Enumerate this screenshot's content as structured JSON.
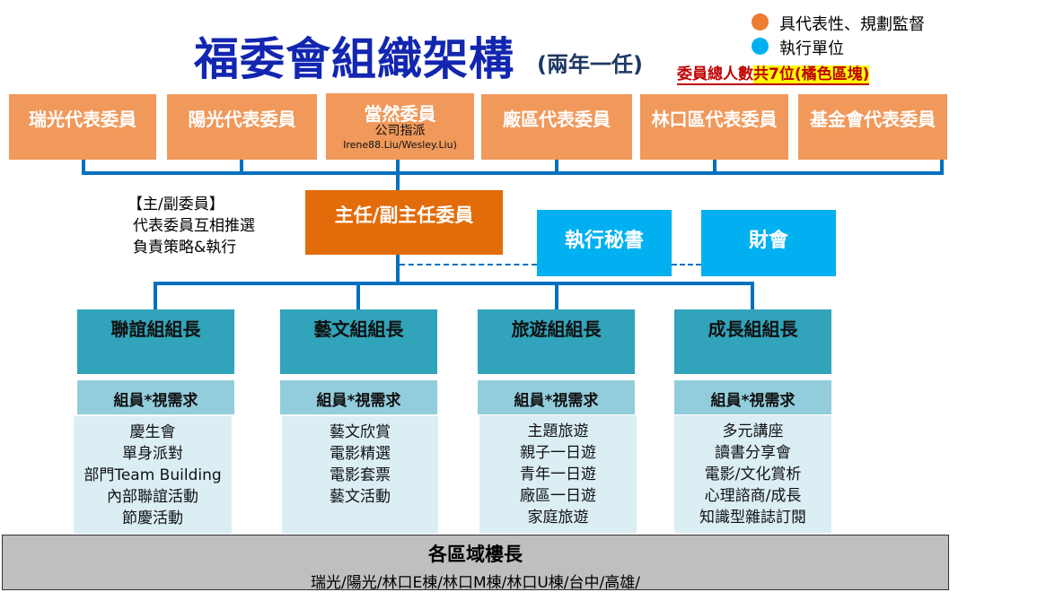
{
  "title": "福委會組織架構",
  "term": "(兩年一任)",
  "legend": [
    {
      "label": "具代表性、規劃監督",
      "color": "#ed7d31"
    },
    {
      "label": "執行單位",
      "color": "#00b0f0"
    }
  ],
  "total_note_a": "委員總人數",
  "total_note_b": "共7位(橘色區塊)",
  "top_members": [
    "瑞光代表委員",
    "陽光代表委員",
    "當然委員",
    "廠區代表委員",
    "林口區代表委員",
    "基金會代表委員"
  ],
  "ex_officio_sub1": "公司指派",
  "ex_officio_sub2": "Irene88.Liu/Wesley.Liu)",
  "director_note": [
    "【主/副委員】",
    "代表委員互相推選",
    "負責策略&執行"
  ],
  "director": "主任/副主任委員",
  "secretary": "執行秘書",
  "accounting": "財會",
  "groups": [
    {
      "name": "聯誼組組長",
      "sub": "組員*視需求",
      "items": [
        "慶生會",
        "單身派對",
        "部門Team Building",
        "內部聯誼活動",
        "節慶活動"
      ]
    },
    {
      "name": "藝文組組長",
      "sub": "組員*視需求",
      "items": [
        "藝文欣賞",
        "電影精選",
        "電影套票",
        "藝文活動"
      ]
    },
    {
      "name": "旅遊組組長",
      "sub": "組員*視需求",
      "items": [
        "主題旅遊",
        "親子一日遊",
        "青年一日遊",
        "廠區一日遊",
        "家庭旅遊"
      ]
    },
    {
      "name": "成長組組長",
      "sub": "組員*視需求",
      "items": [
        "多元講座",
        "讀書分享會",
        "電影/文化賞析",
        "心理諮商/成長",
        "知識型雜誌訂閱"
      ]
    }
  ],
  "floor": {
    "title": "各區域樓長",
    "areas": "瑞光/陽光/林口E棟/林口M棟/林口U棟/台中/高雄/"
  }
}
